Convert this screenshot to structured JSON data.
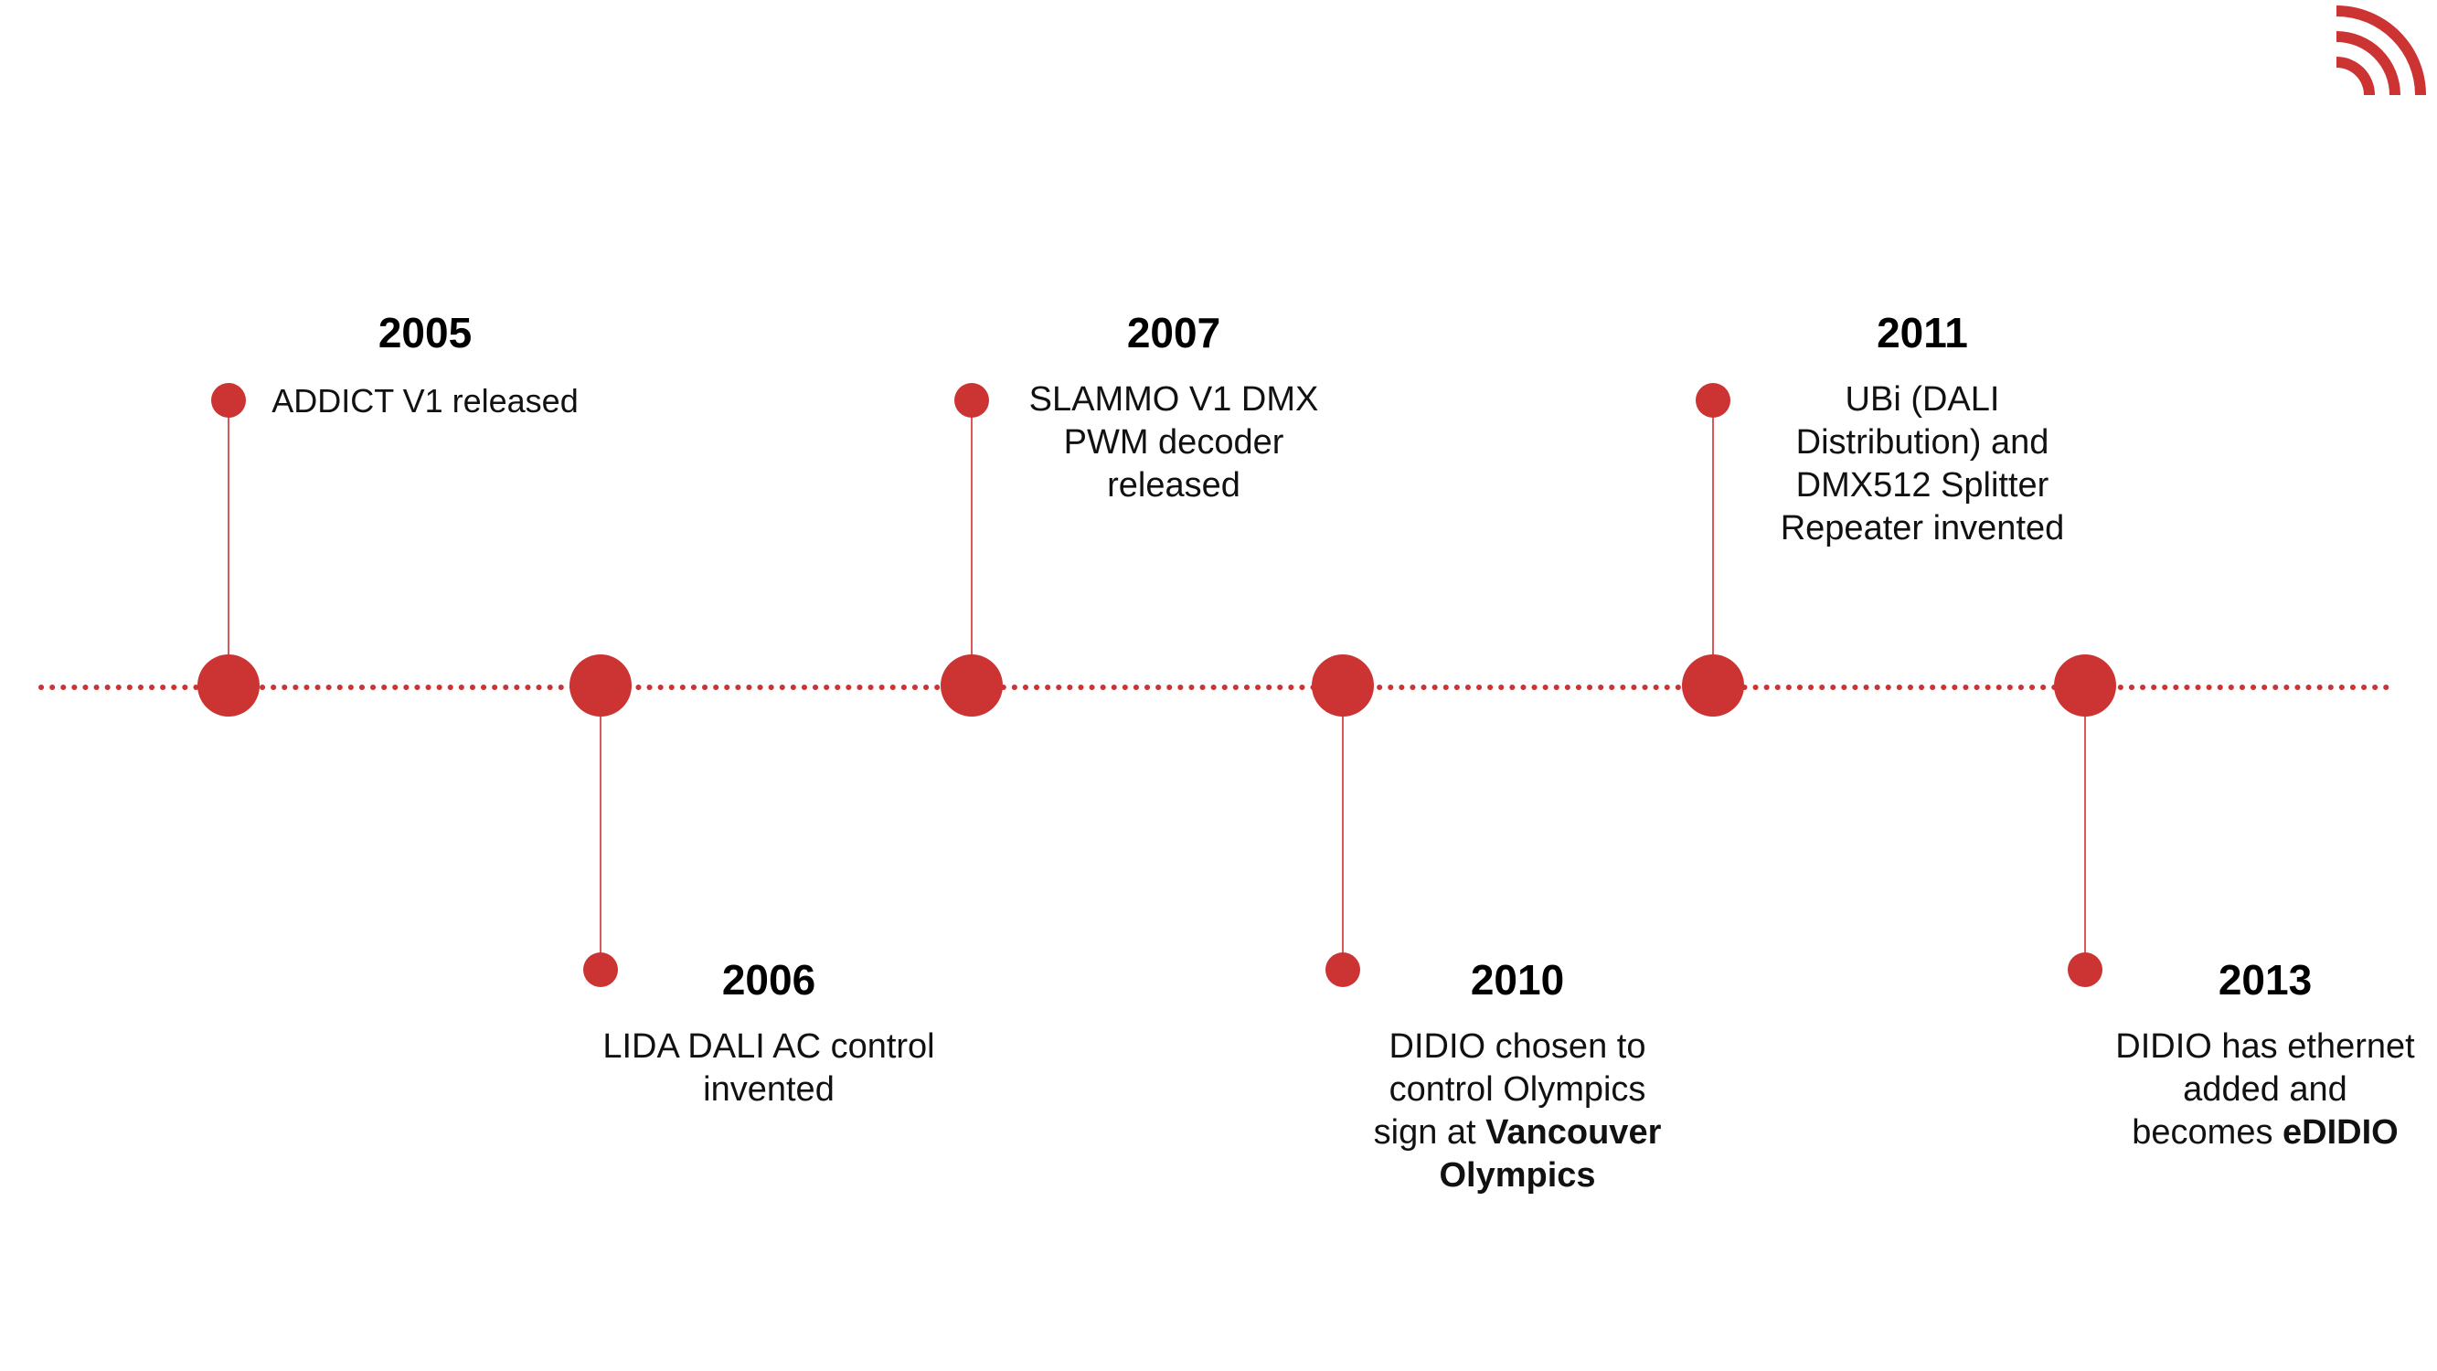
{
  "colors": {
    "accent": "#cc3333",
    "connector": "#d65a57",
    "text": "#111111"
  },
  "logo": {
    "icon": "signal-arcs-icon"
  },
  "events": [
    {
      "year": "2005",
      "text": "ADDICT V1 released",
      "bold": ""
    },
    {
      "year": "2006",
      "text": "LIDA DALI AC control invented",
      "bold": ""
    },
    {
      "year": "2007",
      "text": "SLAMMO V1 DMX PWM decoder released",
      "bold": ""
    },
    {
      "year": "2010",
      "text": "DIDIO chosen to control Olympics sign at ",
      "bold": "Vancouver Olympics"
    },
    {
      "year": "2011",
      "text": "UBi (DALI Distribution) and DMX512 Splitter Repeater invented",
      "bold": ""
    },
    {
      "year": "2013",
      "text": "DIDIO has ethernet added and becomes ",
      "bold": "eDIDIO"
    }
  ]
}
